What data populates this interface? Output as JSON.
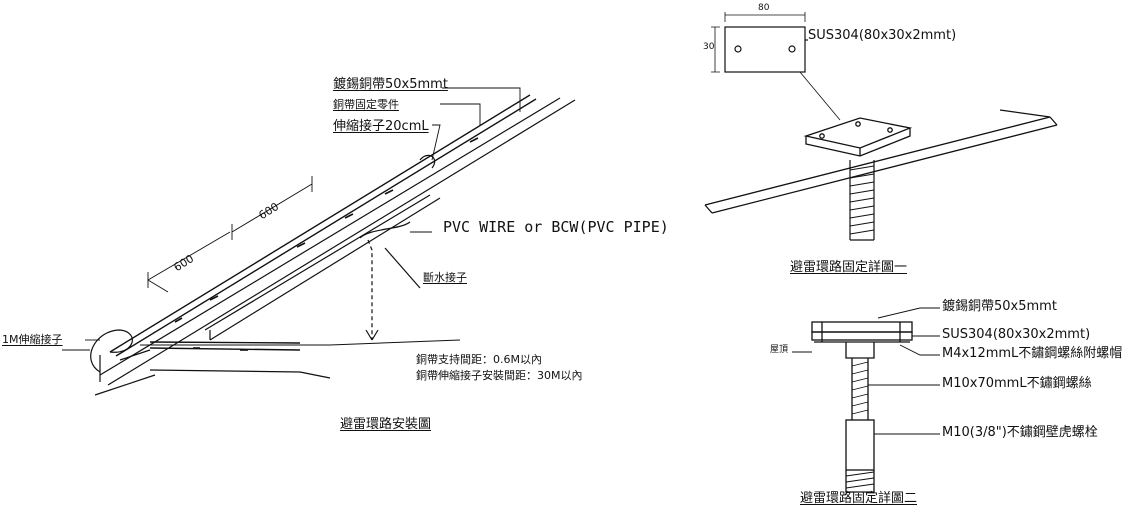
{
  "main_drawing": {
    "title": "避雷環路安裝圖",
    "labels": {
      "strip": "鍍錫銅帶50x5mmt",
      "fixing_part": "銅帶固定零件",
      "expansion_joint": "伸縮接子20cmL",
      "cable": "PVC WIRE or BCW(PVC PIPE)",
      "drain_joint": "斷水接子",
      "one_m_joint": "1M伸縮接子",
      "dim_a": "600",
      "dim_b": "600"
    },
    "notes": [
      "銅帶支持間距：0.6M以內",
      "銅帶伸縮接子安裝間距：30M以內"
    ]
  },
  "detail_one": {
    "title": "避雷環路固定詳圖一",
    "plate_label": "SUS304(80x30x2mmt)",
    "plate_width": "80",
    "plate_height": "30"
  },
  "detail_two": {
    "title": "避雷環路固定詳圖二",
    "labels": {
      "strip": "鍍錫銅帶50x5mmt",
      "plate": "SUS304(80x30x2mmt)",
      "screw": "M4x12mmL不鏽鋼螺絲附螺帽",
      "bolt": "M10x70mmL不鏽鋼螺絲",
      "anchor": "M10(3/8\")不鏽鋼壁虎螺栓",
      "side": "屋頂"
    }
  }
}
